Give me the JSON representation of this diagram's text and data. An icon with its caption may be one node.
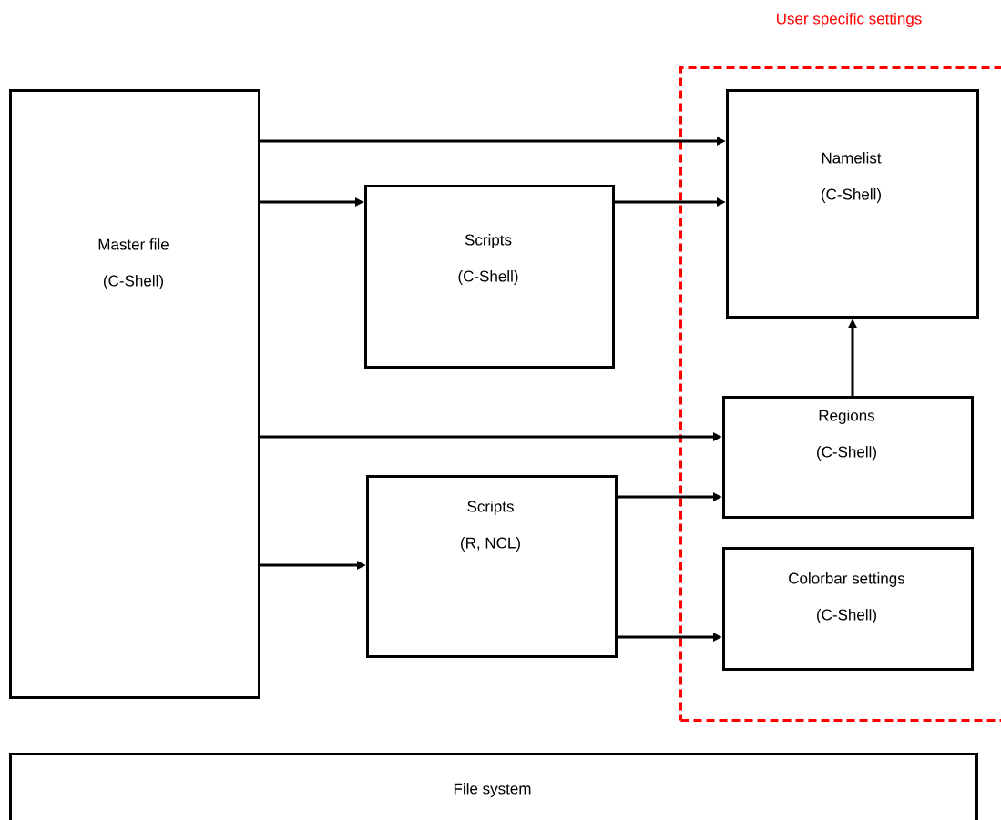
{
  "diagram": {
    "nodes": [
      {
        "text": [
          "Master file",
          "(C-Shell)"
        ]
      },
      {
        "text": [
          "Scripts",
          "(C-Shell)"
        ]
      },
      {
        "text": [
          "User specific settings"
        ]
      },
      {
        "text": [
          "Namelist",
          "(C-Shell)"
        ],
        "in": 2
      },
      {
        "text": [
          "Regions",
          "(C-Shell)"
        ],
        "in": 2
      },
      {
        "text": [
          "Scripts",
          "(R, NCL)"
        ]
      },
      {
        "text": [
          "Colorbar settings",
          "(C-Shell)"
        ],
        "in": 2
      },
      {
        "text": [
          "File system"
        ]
      }
    ],
    "edges": [
      {
        "from": 0,
        "to": 3,
        "arrow": "to"
      },
      {
        "from": 0,
        "to": 1,
        "arrow": "to"
      },
      {
        "from": 1,
        "to": 3,
        "arrow": "to"
      },
      {
        "from": 4,
        "to": 3,
        "arrow": "to"
      },
      {
        "from": 0,
        "to": 4,
        "arrow": "to"
      },
      {
        "from": 5,
        "to": 4,
        "arrow": "to"
      },
      {
        "from": 0,
        "to": 5,
        "arrow": "to"
      },
      {
        "from": 5,
        "to": 6,
        "arrow": "to"
      }
    ]
  }
}
